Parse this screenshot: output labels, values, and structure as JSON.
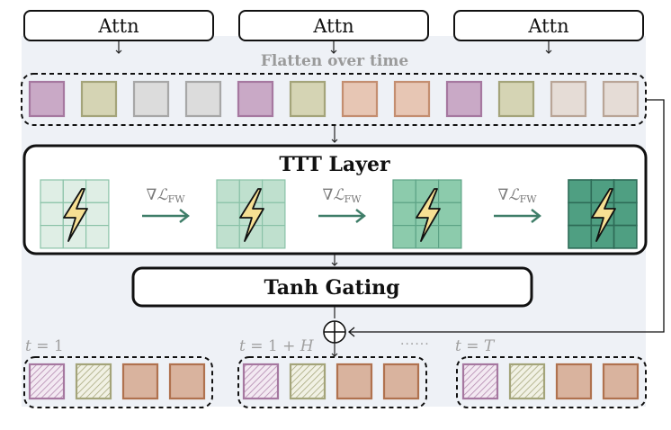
{
  "attn_labels": [
    "Attn",
    "Attn",
    "Attn"
  ],
  "flatten_label": "Flatten over time",
  "ttt_layer_title": "TTT Layer",
  "gradient_labels": [
    {
      "nabla": "∇",
      "calL": "ℒ",
      "sub": "FW"
    },
    {
      "nabla": "∇",
      "calL": "ℒ",
      "sub": "FW"
    },
    {
      "nabla": "∇",
      "calL": "ℒ",
      "sub": "FW"
    }
  ],
  "tanh_gating_label": "Tanh Gating",
  "plus_symbol": "⊕",
  "time_labels": {
    "t1": {
      "var": "t",
      "rest": " = 1"
    },
    "t1H": {
      "var": "t",
      "rest": " = 1 + ",
      "var2": "H"
    },
    "dots": "······",
    "tT": {
      "var": "t",
      "rest": " = ",
      "var2": "T"
    }
  },
  "colors": {
    "background_panel": "#eef1f6",
    "purple_fill": "#c9a9c6",
    "purple_stroke": "#a678a0",
    "olive_fill": "#d5d4b4",
    "olive_stroke": "#a4a47a",
    "gray_fill": "#dcdcdc",
    "gray_stroke": "#a7a7a7",
    "peach_fill": "#e7c6b4",
    "peach_stroke": "#c48e70",
    "beige_fill": "#e5dcd6",
    "beige_stroke": "#b9a597",
    "brown_fill": "#d9b39e",
    "brown_stroke": "#b0724f",
    "teal_arrow": "#3e7d68",
    "lightning_fill": "#f6df93",
    "grid_shades": [
      "#dfeee5",
      "#bfe0ce",
      "#8ccbac",
      "#4f9f82"
    ]
  },
  "token_sequence": [
    "purple",
    "olive",
    "gray",
    "gray",
    "purple",
    "olive",
    "peach",
    "peach",
    "purple",
    "olive",
    "beige",
    "beige"
  ],
  "output_groups": [
    [
      "purple-hatched",
      "olive-hatched",
      "brown",
      "brown"
    ],
    [
      "purple-hatched",
      "olive-hatched",
      "brown",
      "brown"
    ],
    [
      "purple-hatched",
      "olive-hatched",
      "brown",
      "brown"
    ]
  ]
}
